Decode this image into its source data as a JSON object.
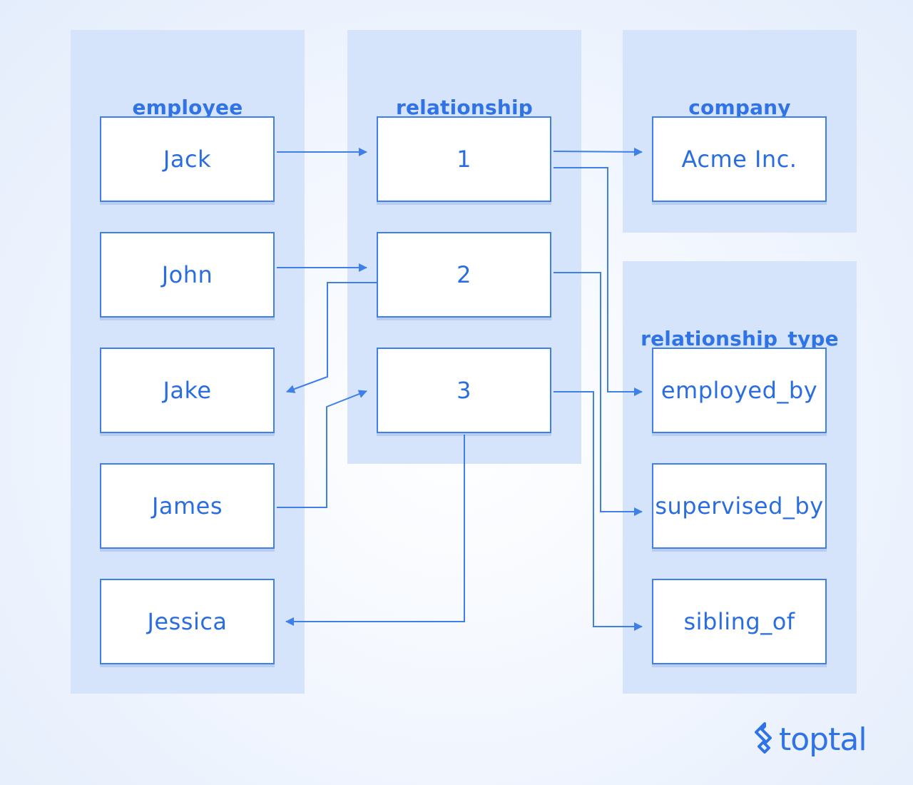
{
  "panels": {
    "employee": "employee",
    "relationship": "relationship",
    "company": "company",
    "relationship_type": "relationship_type"
  },
  "employees": [
    "Jack",
    "John",
    "Jake",
    "James",
    "Jessica"
  ],
  "relationships": [
    "1",
    "2",
    "3"
  ],
  "companies": [
    "Acme Inc."
  ],
  "relationship_types": [
    "employed_by",
    "supervised_by",
    "sibling_of"
  ],
  "logo": {
    "text": "toptal",
    "icon": "toptal-logo-icon"
  },
  "colors": {
    "accent": "#2f73e6",
    "panel": "#d6e4fb",
    "line": "#3e7fe8"
  }
}
